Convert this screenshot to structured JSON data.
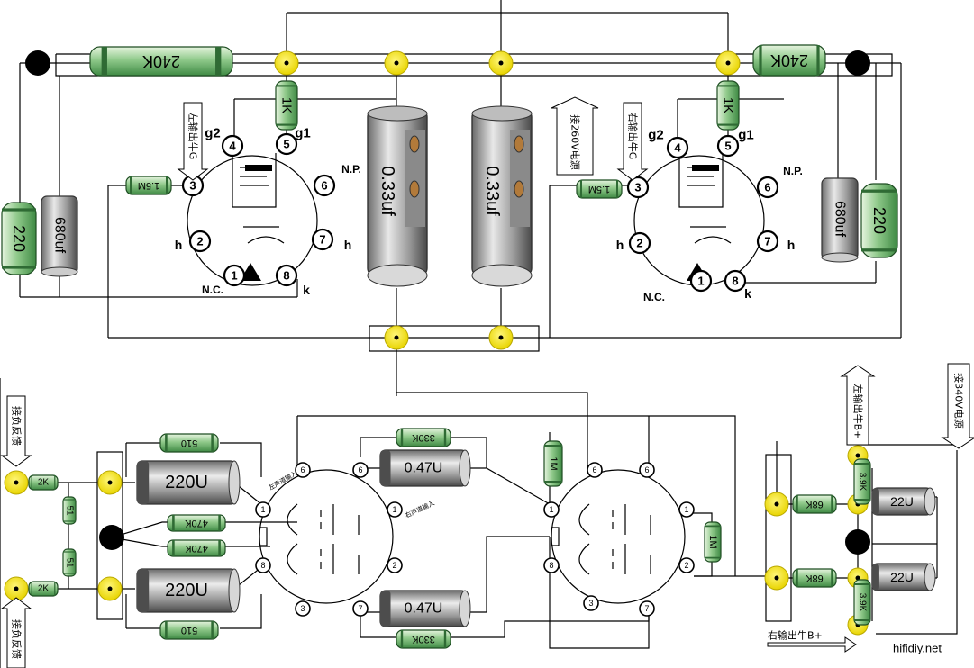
{
  "diagram": {
    "resistors": {
      "r240k_left": "240K",
      "r240k_right": "240K",
      "r1k_left": "1K",
      "r1k_right": "1K",
      "r1_5m_left": "1.5M",
      "r1_5m_right": "1.5M",
      "r220_left": "220",
      "r220_right": "220",
      "r510_top": "510",
      "r510_bottom": "510",
      "r330k_top": "330K",
      "r330k_bottom": "330K",
      "r470k_top": "470K",
      "r470k_bottom": "470K",
      "r2k_top": "2K",
      "r2k_bottom": "2K",
      "r51_top": "51",
      "r51_bottom": "51",
      "r1m_top": "1M",
      "r1m_right": "1M",
      "r68k_top": "68K",
      "r68k_bottom": "68K",
      "r3_9k_top": "3.9K",
      "r3_9k_bottom": "3.9K"
    },
    "capacitors": {
      "c680uf_left": "680uf",
      "c680uf_right": "680uf",
      "c033_left": "0.33uf",
      "c033_right": "0.33uf",
      "c220u_top": "220U",
      "c220u_bottom": "220U",
      "c047_top": "0.47U",
      "c047_bottom": "0.47U",
      "c22u_top": "22U",
      "c22u_bottom": "22U"
    },
    "pins": {
      "g2": "g2",
      "g1": "g1",
      "np": "N.P.",
      "h": "h",
      "nc": "N.C.",
      "k": "k",
      "p1": "1",
      "p2": "2",
      "p3": "3",
      "p4": "4",
      "p5": "5",
      "p6": "6",
      "p7": "7",
      "p8": "8"
    },
    "annotations": {
      "left_out_g": "左输出牛G",
      "right_out_g": "右输出牛G",
      "b260": "接260V电源",
      "left_out_bplus": "左输出牛B+",
      "right_out_bplus": "右输出牛B+",
      "b340": "接340V电源",
      "neg_fb_top": "接负反馈",
      "neg_fb_bottom": "接负反馈",
      "left_in": "左声道输入",
      "right_in": "右声道输入"
    },
    "watermark": "hifidiy.net"
  }
}
